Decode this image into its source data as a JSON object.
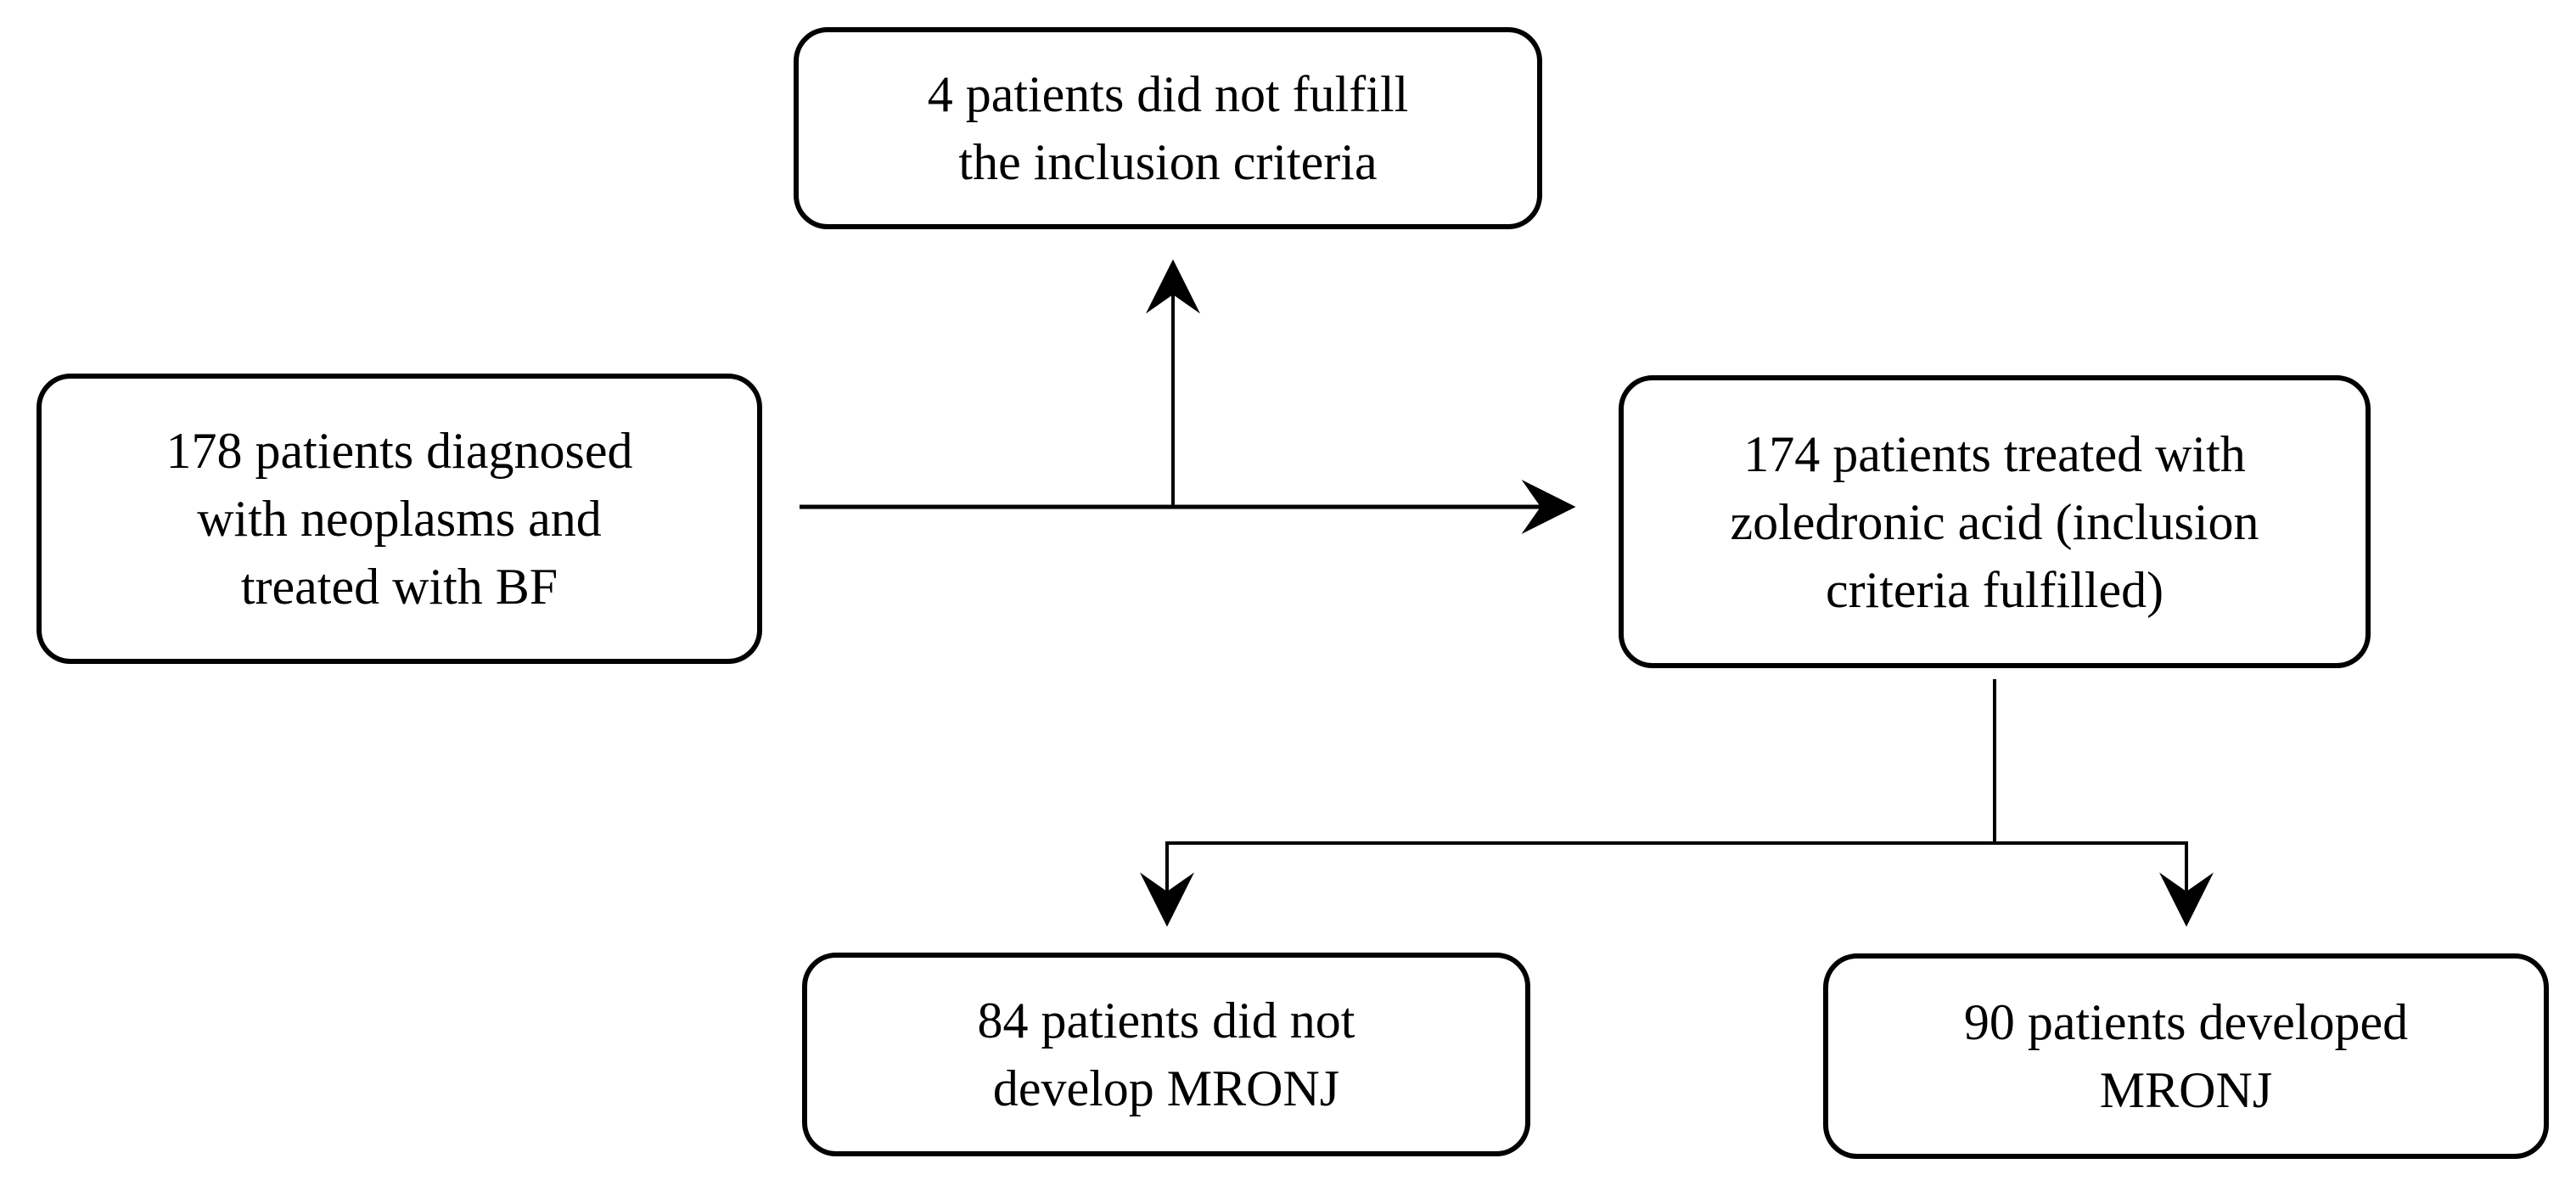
{
  "figure": {
    "type": "flowchart",
    "background": "#ffffff",
    "stroke_color": "#000000",
    "text_color": "#000000",
    "arrowhead_style": "stealth"
  },
  "nodes": {
    "source": {
      "id": "source",
      "lines": [
        "178 patients diagnosed",
        "with neoplasms and",
        "treated with BF"
      ],
      "text": "178 patients diagnosed with neoplasms and treated with BF",
      "count": 178
    },
    "excluded": {
      "id": "excluded",
      "lines": [
        "4 patients did not fulfill",
        "the inclusion criteria"
      ],
      "text": "4 patients did not fulfill the inclusion criteria",
      "count": 4
    },
    "included": {
      "id": "included",
      "lines": [
        "174 patients treated with",
        "zoledronic acid (inclusion",
        "criteria fulfilled)"
      ],
      "text": "174 patients treated with zoledronic acid (inclusion criteria fulfilled)",
      "count": 174
    },
    "no_mronj": {
      "id": "no_mronj",
      "lines": [
        "84 patients did not",
        "develop MRONJ"
      ],
      "text": "84 patients did not develop MRONJ",
      "count": 84
    },
    "mronj": {
      "id": "mronj",
      "lines": [
        "90 patients developed",
        "MRONJ"
      ],
      "text": "90 patients developed MRONJ",
      "count": 90
    }
  },
  "edges": [
    {
      "from": "source",
      "to": "excluded",
      "type": "arrow",
      "direction": "up"
    },
    {
      "from": "source",
      "to": "included",
      "type": "arrow",
      "direction": "right"
    },
    {
      "from": "included",
      "to": "no_mronj",
      "type": "arrow",
      "direction": "down"
    },
    {
      "from": "included",
      "to": "mronj",
      "type": "arrow",
      "direction": "down"
    }
  ]
}
